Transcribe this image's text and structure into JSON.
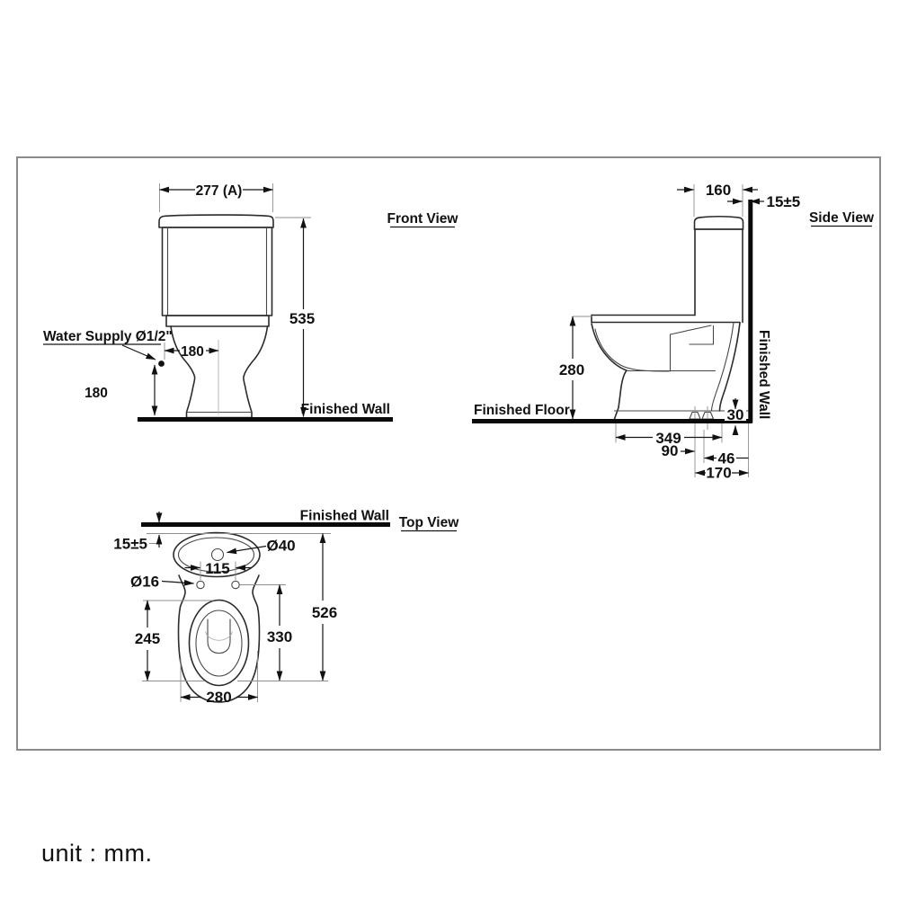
{
  "front_view": {
    "title": "Front View",
    "dim_tank_width": "277 (A)",
    "dim_total_height": "535",
    "dim_supply_offset": "180",
    "dim_supply_height": "180",
    "water_supply_label": "Water Supply Ø1/2\"",
    "floor_label": "Finished Wall"
  },
  "side_view": {
    "title": "Side View",
    "dim_tank_depth": "160",
    "dim_wall_gap": "15±5",
    "dim_rim_height": "280",
    "dim_back_gap": "30",
    "dim_base_length": "349",
    "dim_trap_offset": "90",
    "dim_bolt_to_wall": "46",
    "dim_rough_in": "170",
    "floor_label": "Finished Floor",
    "wall_label": "Finished Wall"
  },
  "top_view": {
    "title": "Top View",
    "wall_label": "Finished Wall",
    "dim_wall_gap": "15±5",
    "dim_flush_hole": "Ø40",
    "dim_bolt_spacing": "115",
    "dim_bolt_hole": "Ø16",
    "dim_bowl_inner_length": "245",
    "dim_seat_length": "330",
    "dim_total_depth": "526",
    "dim_bowl_width": "280"
  },
  "footer": {
    "unit_label": "unit : mm."
  }
}
